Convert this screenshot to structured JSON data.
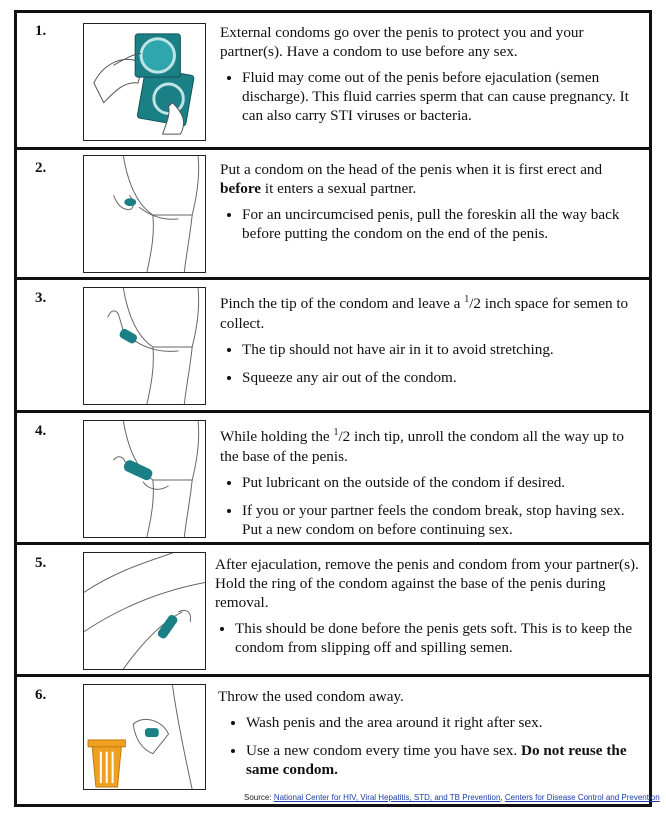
{
  "steps": [
    {
      "number": "1.",
      "text": "External condoms go over the penis to protect you and your partner(s). Have a condom to use before any sex.",
      "bullets": [
        "Fluid may come out of the penis before ejaculation (semen discharge). This fluid carries sperm that can cause pregnancy. It can also carry STI viruses or bacteria."
      ]
    },
    {
      "number": "2.",
      "text_before": "Put a condom on the head of the penis when it is first erect and ",
      "text_bold": "before",
      "text_after": " it enters a sexual partner.",
      "bullets": [
        "For an uncircumcised penis, pull the foreskin all the way back before putting the condom on the end of the penis."
      ]
    },
    {
      "number": "3.",
      "text_before": "Pinch the tip of the condom and leave a ",
      "fraction_num": "1",
      "fraction_den": "2",
      "text_after": " inch space for semen to collect.",
      "bullets": [
        "The tip should not have air in it to avoid stretching.",
        "Squeeze any air out of the condom."
      ]
    },
    {
      "number": "4.",
      "text_before": "While holding the ",
      "fraction_num": "1",
      "fraction_den": "2",
      "text_after": " inch tip, unroll the condom all the way up to the base of the penis.",
      "bullets": [
        "Put lubricant on the outside of the condom if desired.",
        "If you or your partner feels the condom break, stop having sex. Put a new condom on before continuing sex."
      ]
    },
    {
      "number": "5.",
      "text": "After ejaculation, remove the penis and condom from your partner(s). Hold the ring of the condom against the base of the penis during removal.",
      "bullets": [
        "This should be done before the penis gets soft. This is to keep the condom from slipping off and spilling semen."
      ]
    },
    {
      "number": "6.",
      "text": "Throw the used condom away.",
      "bullets": [
        "Wash penis and the area around it right after sex."
      ],
      "last_bullet_before": "Use a new condom every time you have sex. ",
      "last_bullet_bold": "Do not reuse the same condom."
    }
  ],
  "source": {
    "label": "Source:",
    "link1": "National Center for HIV, Viral Hepatitis, STD, and TB Prevention",
    "separator": ", ",
    "link2": "Centers for Disease Control and Prevention"
  },
  "colors": {
    "accent": "#1b7f86",
    "trash": "#f0a020"
  }
}
